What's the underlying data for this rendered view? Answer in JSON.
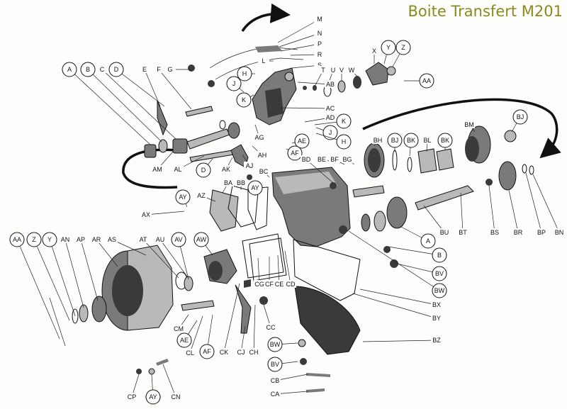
{
  "title": "Boite Transfert M201",
  "labels": {
    "M": "M",
    "N": "N",
    "P": "P",
    "R": "R",
    "S": "S",
    "L": "L",
    "T": "T",
    "U": "U",
    "V": "V",
    "W": "W",
    "X": "X",
    "Y": "Y",
    "Z": "Z",
    "AA": "AA",
    "A": "A",
    "B": "B",
    "C": "C",
    "D": "D",
    "E": "E",
    "F": "F",
    "G": "G",
    "H": "H",
    "J": "J",
    "K": "K",
    "AB": "AB",
    "AC": "AC",
    "AD": "AD",
    "AE": "AE",
    "AF": "AF",
    "AG": "AG",
    "AH": "AH",
    "AJ": "AJ",
    "AK": "AK",
    "AL": "AL",
    "AM": "AM",
    "BA": "BA",
    "BB": "BB",
    "BC": "BC",
    "BD": "BD",
    "BE": "BE",
    "BF": "BF",
    "BG": "BG",
    "BH": "BH",
    "BJ": "BJ",
    "BK": "BK",
    "BL": "BL",
    "BM": "BM",
    "BN": "BN",
    "BP": "BP",
    "BR": "BR",
    "BS": "BS",
    "BT": "BT",
    "BU": "BU",
    "BV": "BV",
    "BW": "BW",
    "BX": "BX",
    "BY": "BY",
    "BZ": "BZ",
    "AN": "AN",
    "AP": "AP",
    "AR": "AR",
    "AS": "AS",
    "AT": "AT",
    "AU": "AU",
    "AV": "AV",
    "AW": "AW",
    "AX": "AX",
    "AY": "AY",
    "AZ": "AZ",
    "CA": "CA",
    "CB": "CB",
    "CC": "CC",
    "CD": "CD",
    "CE": "CE",
    "CF": "CF",
    "CG": "CG",
    "CH": "CH",
    "CJ": "CJ",
    "CK": "CK",
    "CL": "CL",
    "CM": "CM",
    "CN": "CN",
    "CP": "CP"
  }
}
